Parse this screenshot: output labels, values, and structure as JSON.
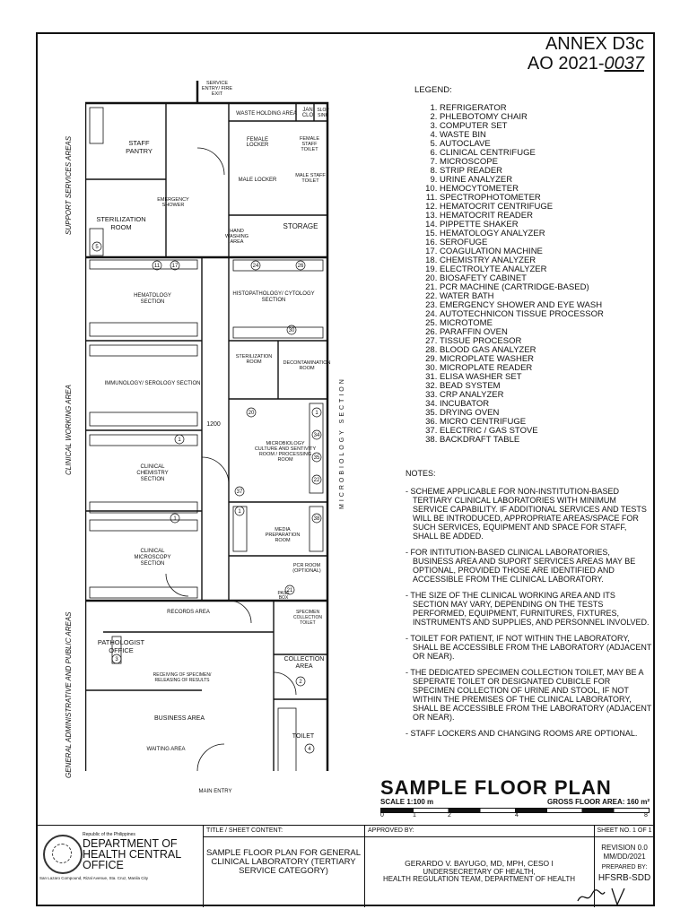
{
  "annex": {
    "line1": "ANNEX D3c",
    "line2_prefix": "AO 2021-",
    "line2_code": "0037"
  },
  "plan": {
    "side_labels": [
      "SUPPORT SERVICES AREAS",
      "CLINICAL WORKING AREA",
      "GENERAL ADMINISTRATIVE AND PUBLIC AREAS"
    ],
    "micro_label": "MICROBIOLOGY SECTION",
    "rooms": {
      "service_entry": "SERVICE ENTRY/ FIRE EXIT",
      "waste": "WASTE HOLDING AREA",
      "jan": "JAN CLO",
      "sink": "SLOP SINK",
      "staff_pantry": "STAFF PANTRY",
      "female_locker": "FEMALE LOCKER",
      "female_toilet": "FEMALE STAFF TOILET",
      "male_locker": "MALE LOCKER",
      "male_toilet": "MALE STAFF TOILET",
      "emergency": "EMERGENCY SHOWER",
      "sterilization": "STERILIZATION ROOM",
      "hand_washing": "HAND WASHING AREA",
      "storage": "STORAGE",
      "hematology": "HEMATOLOGY SECTION",
      "histopathology": "HISTOPATHOLOGY/ CYTOLOGY SECTION",
      "immunology": "IMMUNOLOGY/ SEROLOGY SECTION",
      "sterilization2": "STERILIZATION ROOM",
      "decontamination": "DECONTAMINATION ROOM",
      "dim": "1200",
      "chemistry": "CLINICAL CHEMISTRY SECTION",
      "micro_culture": "MICROBIOLOGY CULTURE AND SENTIVITY ROOM / PROCESSING ROOM",
      "media": "MEDIA PREPARATION ROOM",
      "pcr": "PCR ROOM (OPTIONAL)",
      "microscopy": "CLINICAL MICROSCOPY SECTION",
      "pass_box": "PASS BOX",
      "records": "RECORDS AREA",
      "specimen_toilet": "SPECIMEN COLLECTION TOILET",
      "pathologist": "PATHOLOGIST OFFICE",
      "receiving": "RECEIVING OF SPECIMEN/ RELEASING OF RESULTS",
      "collection": "COLLECTION AREA",
      "business": "BUSINESS AREA",
      "toilet": "TOILET",
      "waiting": "WAITING AREA",
      "main_entry": "MAIN ENTRY"
    }
  },
  "legend": {
    "title": "LEGEND:",
    "items": [
      "REFRIGERATOR",
      "PHLEBOTOMY CHAIR",
      "COMPUTER SET",
      "WASTE BIN",
      "AUTOCLAVE",
      "CLINICAL CENTRIFUGE",
      "MICROSCOPE",
      "STRIP READER",
      "URINE ANALYZER",
      "HEMOCYTOMETER",
      "SPECTROPHOTOMETER",
      "HEMATOCRIT CENTRIFUGE",
      "HEMATOCRIT READER",
      "PIPPETTE SHAKER",
      "HEMATOLOGY ANALYZER",
      "SEROFUGE",
      "COAGULATION MACHINE",
      "CHEMISTRY ANALYZER",
      "ELECTROLYTE ANALYZER",
      "BIOSAFETY CABINET",
      "PCR MACHINE (CARTRIDGE-BASED)",
      "WATER BATH",
      "EMERGENCY SHOWER AND EYE WASH",
      "AUTOTECHNICON TISSUE PROCESSOR",
      "MICROTOME",
      "PARAFFIN OVEN",
      "TISSUE PROCESOR",
      "BLOOD GAS ANALYZER",
      "MICROPLATE WASHER",
      "MICROPLATE READER",
      "ELISA WASHER SET",
      "BEAD SYSTEM",
      "CRP ANALYZER",
      "INCUBATOR",
      "DRYING OVEN",
      "MICRO CENTRIFUGE",
      "ELECTRIC / GAS STOVE",
      "BACKDRAFT TABLE"
    ]
  },
  "notes": {
    "title": "NOTES:",
    "items": [
      "- SCHEME APPLICABLE FOR NON-INSTITUTION-BASED TERTIARY CLINICAL LABORATORIES WITH MINIMUM SERVICE CAPABILITY. IF ADDITIONAL SERVICES AND TESTS WILL BE INTRODUCED, APPROPRIATE AREAS/SPACE FOR SUCH SERVICES, EQUIPMENT AND SPACE FOR STAFF, SHALL BE ADDED.",
      "- FOR INTITUTION-BASED CLINICAL LABORATORIES, BUSINESS AREA AND SUPORT SERVICES AREAS MAY BE OPTIONAL, PROVIDED THOSE ARE IDENTIFIED AND ACCESSIBLE FROM THE CLINICAL LABORATORY.",
      "- THE SIZE OF THE CLINICAL WORKING AREA AND ITS SECTION MAY VARY, DEPENDING ON THE TESTS PERFORMED, EQUIPMENT, FURNITURES, FIXTURES, INSTRUMENTS AND SUPPLIES, AND PERSONNEL INVOLVED.",
      "- TOILET FOR PATIENT, IF NOT WITHIN THE LABORATORY, SHALL BE ACCESSIBLE FROM THE LABORATORY (ADJACENT OR NEAR).",
      "- THE DEDICATED SPECIMEN COLLECTION TOILET, MAY BE A SEPERATE TOILET OR DESIGNATED CUBICLE FOR SPECIMEN COLLECTION OF URINE AND STOOL, IF NOT WITHIN THE PREMISES OF THE CLINICAL LABORATORY, SHALL BE ACCESSIBLE FROM THE LABORATORY (ADJACENT OR NEAR).",
      "- STAFF LOCKERS AND CHANGING ROOMS ARE OPTIONAL."
    ]
  },
  "title_block": {
    "title": "SAMPLE FLOOR PLAN",
    "scale": "SCALE 1:100 m",
    "gross_area": "GROSS FLOOR AREA: 160 m²",
    "scale_ticks": [
      "0",
      "1",
      "2",
      "4",
      "8"
    ]
  },
  "footer": {
    "republic": "Republic of the Philippines",
    "dept": "DEPARTMENT OF HEALTH CENTRAL OFFICE",
    "address": "San Lazaro Compound, Rizal Avenue, Sta. Cruz, Manila City",
    "sheet_head": "TITLE / SHEET CONTENT:",
    "sheet_content": "SAMPLE FLOOR PLAN FOR GENERAL CLINICAL LABORATORY (TERTIARY SERVICE CATEGORY)",
    "approved_head": "APPROVED BY:",
    "signer_name": "GERARDO V. BAYUGO, MD, MPH, CESO I",
    "signer_title1": "UNDERSECRETARY OF HEALTH,",
    "signer_title2": "HEALTH REGULATION TEAM, DEPARTMENT OF HEALTH",
    "sheet_no": "SHEET NO. 1 OF 1",
    "revision": "REVISION 0.0",
    "date_fmt": "MM/DD/2021",
    "prepared_by": "PREPARED BY:",
    "preparer": "HFSRB-SDD"
  }
}
